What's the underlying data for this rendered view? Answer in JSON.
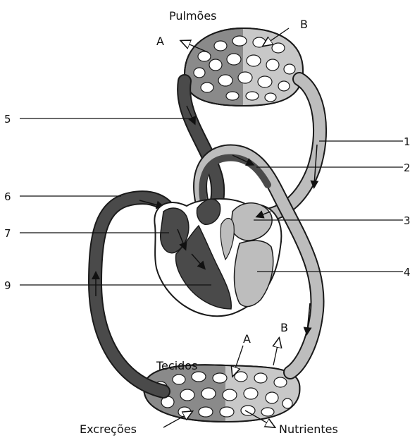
{
  "labels": {
    "lungs": "Pulmões",
    "tissues": "Tecidos",
    "excretions": "Excreções",
    "nutrients": "Nutrientes",
    "lung_a": "A",
    "lung_b": "B",
    "tissue_a": "A",
    "tissue_b": "B"
  },
  "numbers": {
    "n1": "1",
    "n2": "2",
    "n3": "3",
    "n4": "4",
    "n5": "5",
    "n6": "6",
    "n7": "7",
    "n9": "9"
  },
  "colors": {
    "dark_blood": "#4a4a4a",
    "light_blood": "#bdbdbd",
    "outline": "#1a1a1a",
    "background": "#ffffff"
  }
}
